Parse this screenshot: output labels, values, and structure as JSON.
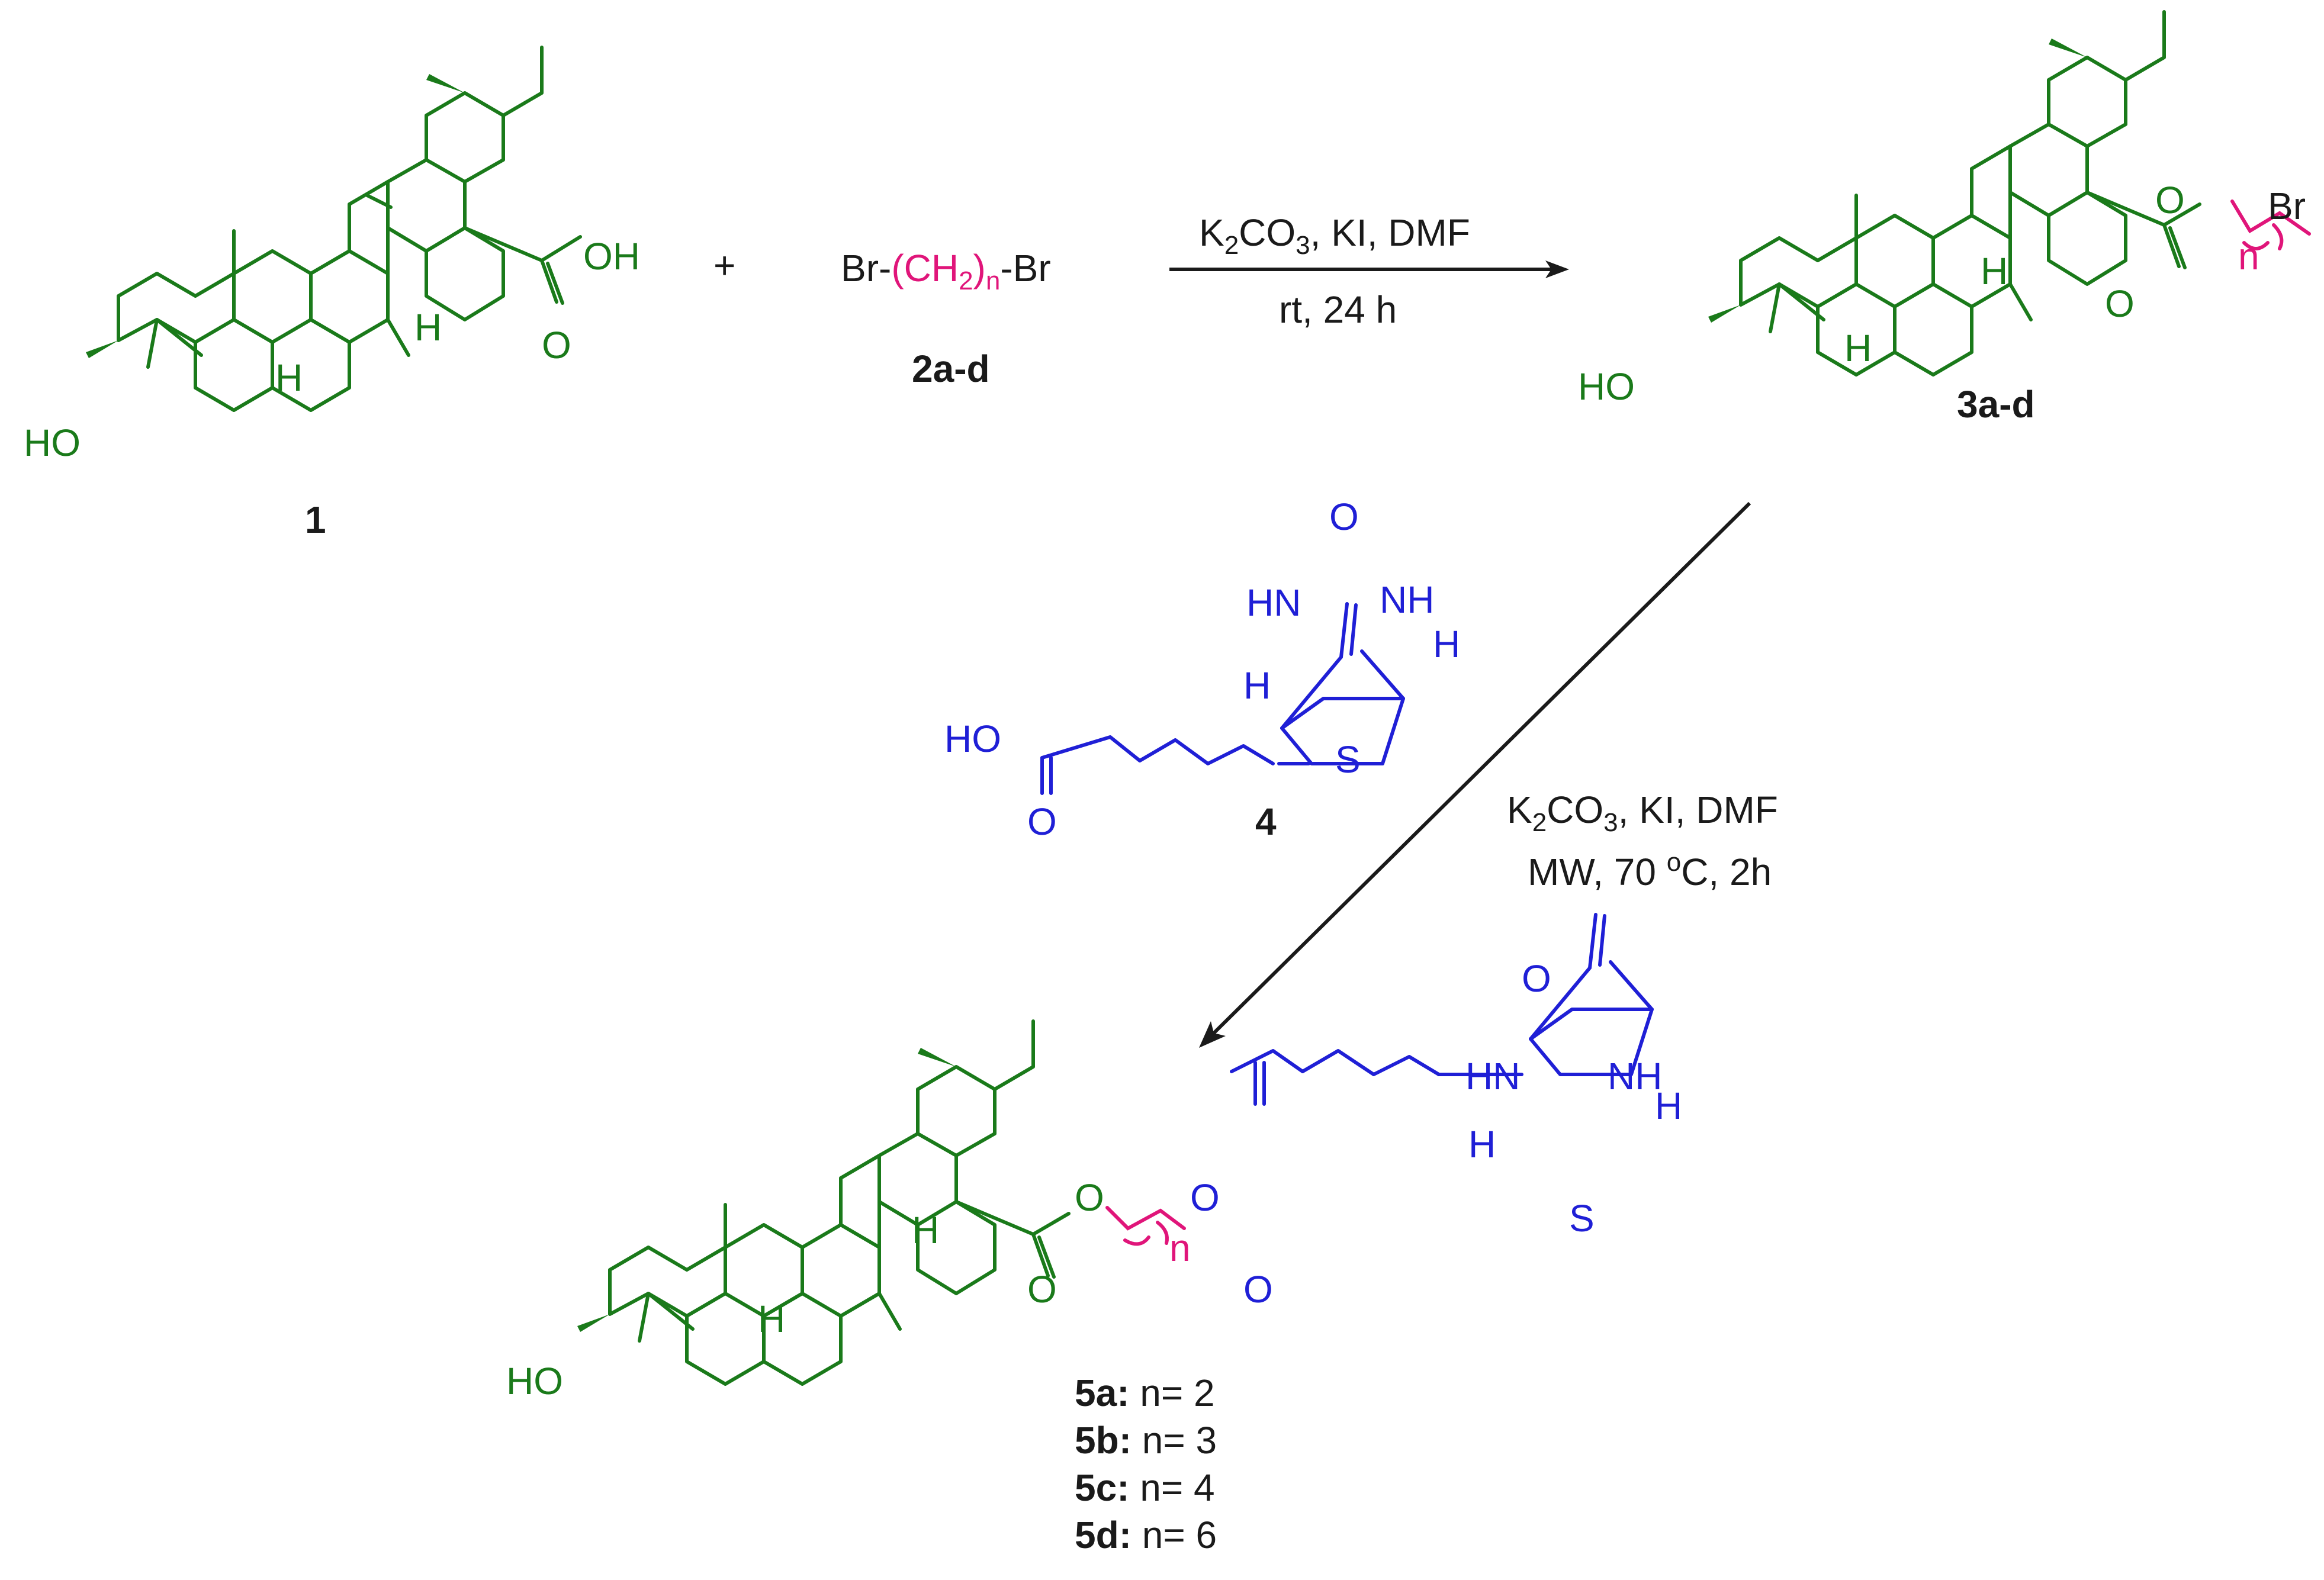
{
  "colors": {
    "triterpene": "#1a7a1a",
    "biotin": "#1f1fd6",
    "linker": "#e0157a",
    "text": "#1a1a1a"
  },
  "compound1": {
    "label": "1",
    "oh_left": "HO",
    "acid": "OH",
    "carbonyl_o": "O",
    "h": "H"
  },
  "reagent2": {
    "label": "2a-d",
    "br_left": "Br-",
    "group": "(CH",
    "sub2": "2",
    "close": ")",
    "subn": "n",
    "br_right": "-Br"
  },
  "plus": "+",
  "step1": {
    "reagents_prefix": "K",
    "reagents_sub2": "2",
    "reagents_mid": "CO",
    "reagents_sub3": "3",
    "reagents_rest": ", KI, DMF",
    "conditions": "rt, 24 h"
  },
  "compound3": {
    "label": "3a-d",
    "oh": "HO",
    "ester_o": "O",
    "carbonyl_o": "O",
    "br": "Br",
    "n": "n",
    "h": "H"
  },
  "compound4": {
    "label": "4",
    "ho": "HO",
    "carbonyl_o": "O",
    "urea_o": "O",
    "nh_left": "HN",
    "nh_right": "NH",
    "h_left": "H",
    "h_right": "H",
    "s": "S"
  },
  "step2": {
    "reagents_prefix": "K",
    "reagents_sub2": "2",
    "reagents_mid": "CO",
    "reagents_sub3": "3",
    "reagents_rest": ", KI, DMF",
    "conditions_prefix": "MW, 70 ",
    "conditions_sup": "o",
    "conditions_suffix": "C, 2h"
  },
  "compound5": {
    "oh": "HO",
    "ester_o1": "O",
    "carbonyl_o1": "O",
    "ester_o2": "O",
    "carbonyl_o2": "O",
    "urea_o": "O",
    "nh_left": "HN",
    "nh_right": "NH",
    "h_left": "H",
    "h_right": "H",
    "s": "S",
    "n": "n",
    "h": "H"
  },
  "products": [
    {
      "id": "5a:",
      "value": " n= 2"
    },
    {
      "id": "5b:",
      "value": " n= 3"
    },
    {
      "id": "5c:",
      "value": " n= 4"
    },
    {
      "id": "5d:",
      "value": " n= 6"
    }
  ]
}
